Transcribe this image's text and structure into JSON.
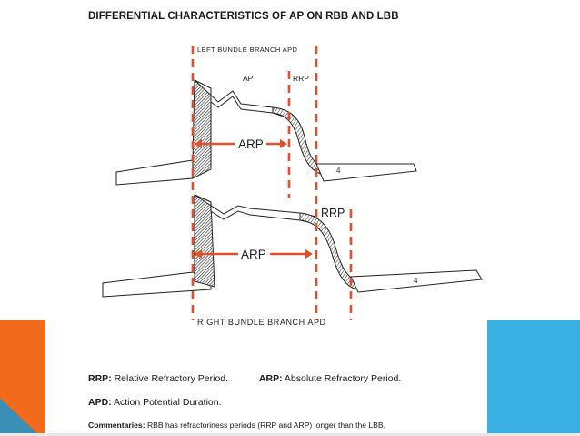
{
  "title": "DIFFERENTIAL CHARACTERISTICS OF AP ON RBB AND LBB",
  "diagram": {
    "top_label": "LEFT BUNDLE BRANCH APD",
    "ap_label": "AP",
    "rrp_label_top": "RRP",
    "arp_label_top": "ARP",
    "phase_label_top": "4",
    "rrp_label_bottom": "RRP",
    "arp_label_bottom": "ARP",
    "phase_label_bottom": "4",
    "bottom_label": "RIGHT BUNDLE BRANCH APD"
  },
  "legend": {
    "rrp_abbr": "RRP:",
    "rrp_text": "Relative Refractory Period.",
    "arp_abbr": "ARP:",
    "arp_text": "Absolute Refractory Period.",
    "apd_abbr": "APD:",
    "apd_text": "Action Potential Duration.",
    "commentary_abbr": "Commentaries:",
    "commentary_text": "RBB has refractoriness periods (RRP and ARP) longer than the LBB."
  },
  "colors": {
    "accent_orange": "#f26b1d",
    "accent_blue": "#3ab0e2",
    "dashed_line": "#e0502a",
    "arrow": "#e0502a"
  }
}
